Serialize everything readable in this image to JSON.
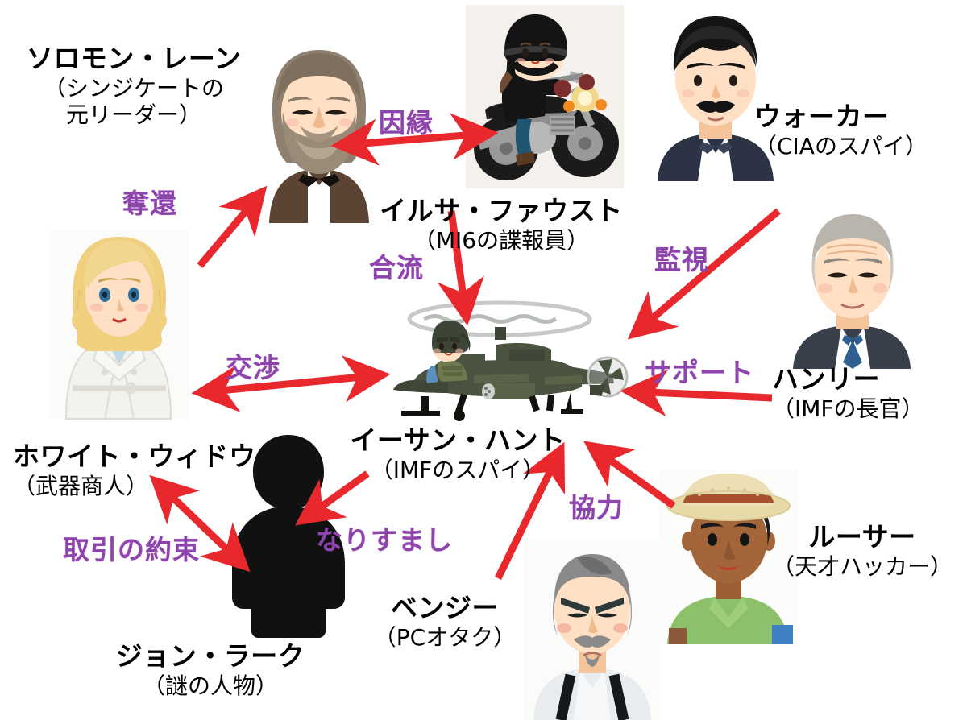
{
  "diagram": {
    "title": "Mission: Impossible Fallout character relationship chart",
    "accent_color": "#8e44ad",
    "arrow_color": "#e8282c",
    "text_color": "#000000",
    "background": "#ffffff"
  },
  "characters": [
    {
      "id": "solomon-lane",
      "name": "ソロモン・レーン",
      "role": "（シンジケートの",
      "role2": "元リーダー）",
      "icon": "bearded-man-portrait"
    },
    {
      "id": "ilsa-faust",
      "name": "イルサ・ファウスト",
      "role": "（MI6の諜報員）",
      "icon": "woman-on-motorcycle"
    },
    {
      "id": "walker",
      "name": "ウォーカー",
      "role": "（CIAのスパイ）",
      "icon": "mustached-man-portrait"
    },
    {
      "id": "hunley",
      "name": "ハンリー",
      "role": "（IMFの長官）",
      "icon": "grey-haired-man-portrait"
    },
    {
      "id": "ethan-hunt",
      "name": "イーサン・ハント",
      "role": "（IMFのスパイ）",
      "icon": "military-helicopter"
    },
    {
      "id": "white-widow",
      "name": "ホワイト・ウィドウ",
      "role": "（武器商人）",
      "icon": "blonde-woman-trenchcoat"
    },
    {
      "id": "john-lark",
      "name": "ジョン・ラーク",
      "role": "（謎の人物）",
      "icon": "black-silhouette-person"
    },
    {
      "id": "benji",
      "name": "ベンジー",
      "role": "（PCオタク）",
      "icon": "grumpy-man-suspenders"
    },
    {
      "id": "luther",
      "name": "ルーサー",
      "role": "（天才ハッカー）",
      "icon": "man-straw-hat-green-shirt"
    }
  ],
  "relations": [
    {
      "id": "rel-innen",
      "label": "因縁",
      "from": "solomon-lane",
      "to": "ilsa-faust",
      "arrow": "double"
    },
    {
      "id": "rel-dakkan",
      "label": "奪還",
      "from": "white-widow",
      "to": "solomon-lane",
      "arrow": "single"
    },
    {
      "id": "rel-goryu",
      "label": "合流",
      "from": "ilsa-faust",
      "to": "ethan-hunt",
      "arrow": "single"
    },
    {
      "id": "rel-kanshi",
      "label": "監視",
      "from": "walker",
      "to": "ethan-hunt",
      "arrow": "single"
    },
    {
      "id": "rel-support",
      "label": "サポート",
      "from": "hunley",
      "to": "ethan-hunt",
      "arrow": "single"
    },
    {
      "id": "rel-kosho",
      "label": "交渉",
      "from": "ethan-hunt",
      "to": "white-widow",
      "arrow": "double"
    },
    {
      "id": "rel-narisumashi",
      "label": "なりすまし",
      "from": "ethan-hunt",
      "to": "john-lark",
      "arrow": "single"
    },
    {
      "id": "rel-torihiki",
      "label": "取引の約束",
      "from": "john-lark",
      "to": "white-widow",
      "arrow": "double"
    },
    {
      "id": "rel-kyoryoku",
      "label": "協力",
      "from": "benji-luther",
      "to": "ethan-hunt",
      "arrow": "single"
    }
  ]
}
